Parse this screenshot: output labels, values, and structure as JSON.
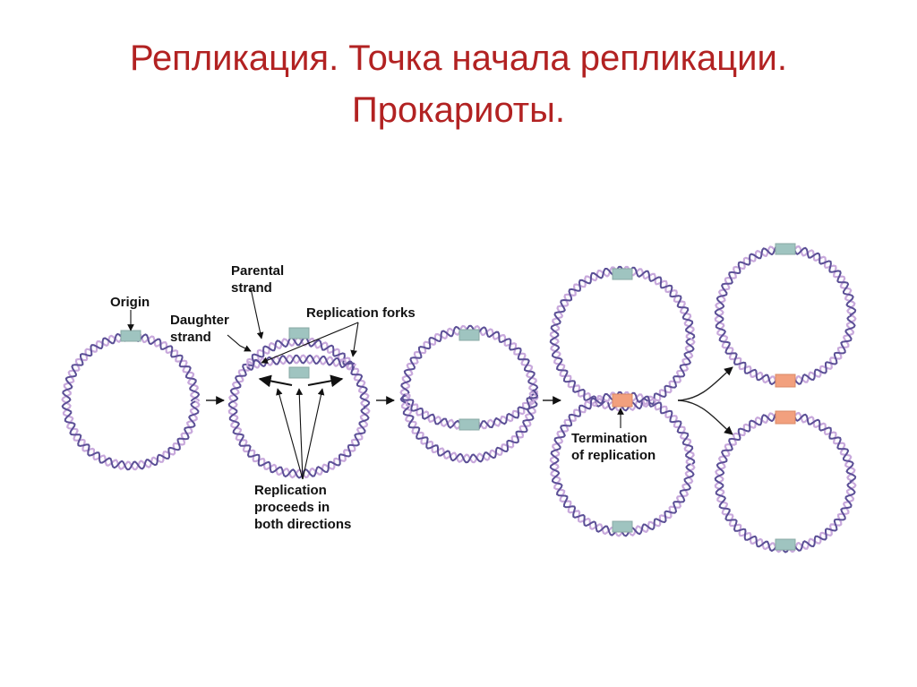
{
  "title": {
    "line1": "Репликация. Точка начала репликации.",
    "line2": "Прокариоты."
  },
  "labels": {
    "origin": "Origin",
    "parental_line1": "Parental",
    "parental_line2": "strand",
    "daughter_line1": "Daughter",
    "daughter_line2": "strand",
    "forks": "Replication forks",
    "proceeds_line1": "Replication",
    "proceeds_line2": "proceeds in",
    "proceeds_line3": "both directions",
    "termination_line1": "Termination",
    "termination_line2": "of replication"
  },
  "colors": {
    "title": "#b22222",
    "strand_a": "#5b4f96",
    "strand_b": "#c8a9dc",
    "origin_box": "#9fc4c0",
    "termination_box": "#f2a07e"
  }
}
